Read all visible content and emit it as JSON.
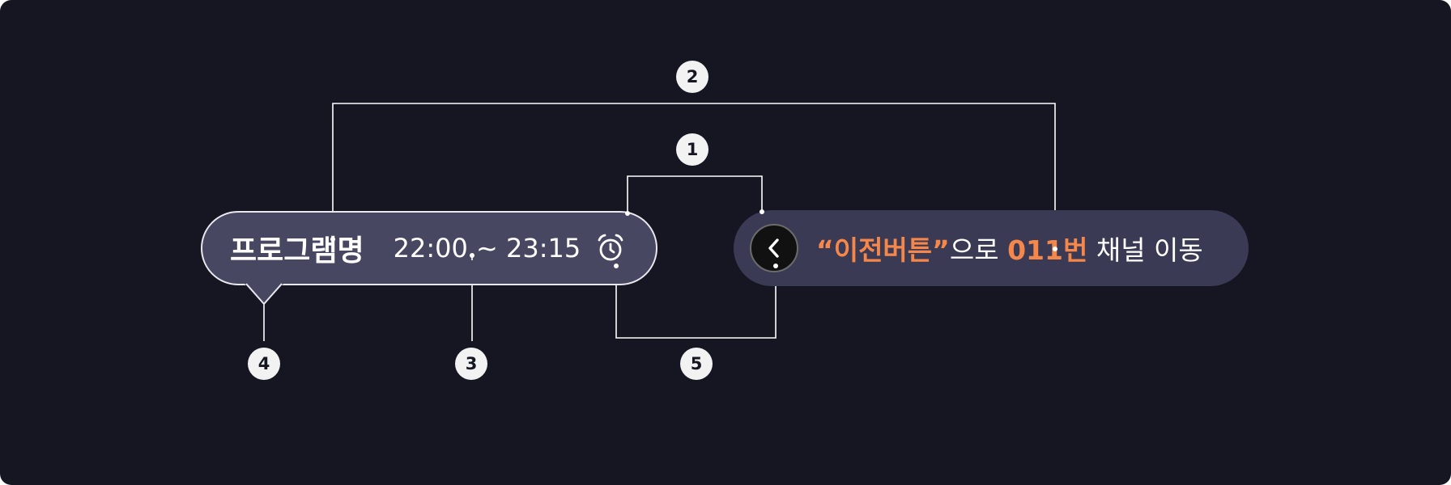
{
  "tooltip": {
    "title": "프로그램명",
    "time": "22:00 ~ 23:15",
    "clock_icon": "alarm-clock-icon",
    "bg_color": "#474762",
    "border_color": "#e8e8ee"
  },
  "notice": {
    "quote_open": "“",
    "button_name": "이전버튼",
    "quote_close": "”",
    "particle": "으로",
    "channel": "011번",
    "action": "채널 이동",
    "back_icon": "chevron-left-icon",
    "bg_color": "#3a3a55",
    "highlight_color": "#f5874a"
  },
  "callouts": {
    "n1": "1",
    "n2": "2",
    "n3": "3",
    "n4": "4",
    "n5": "5"
  },
  "background_color": "#161622"
}
